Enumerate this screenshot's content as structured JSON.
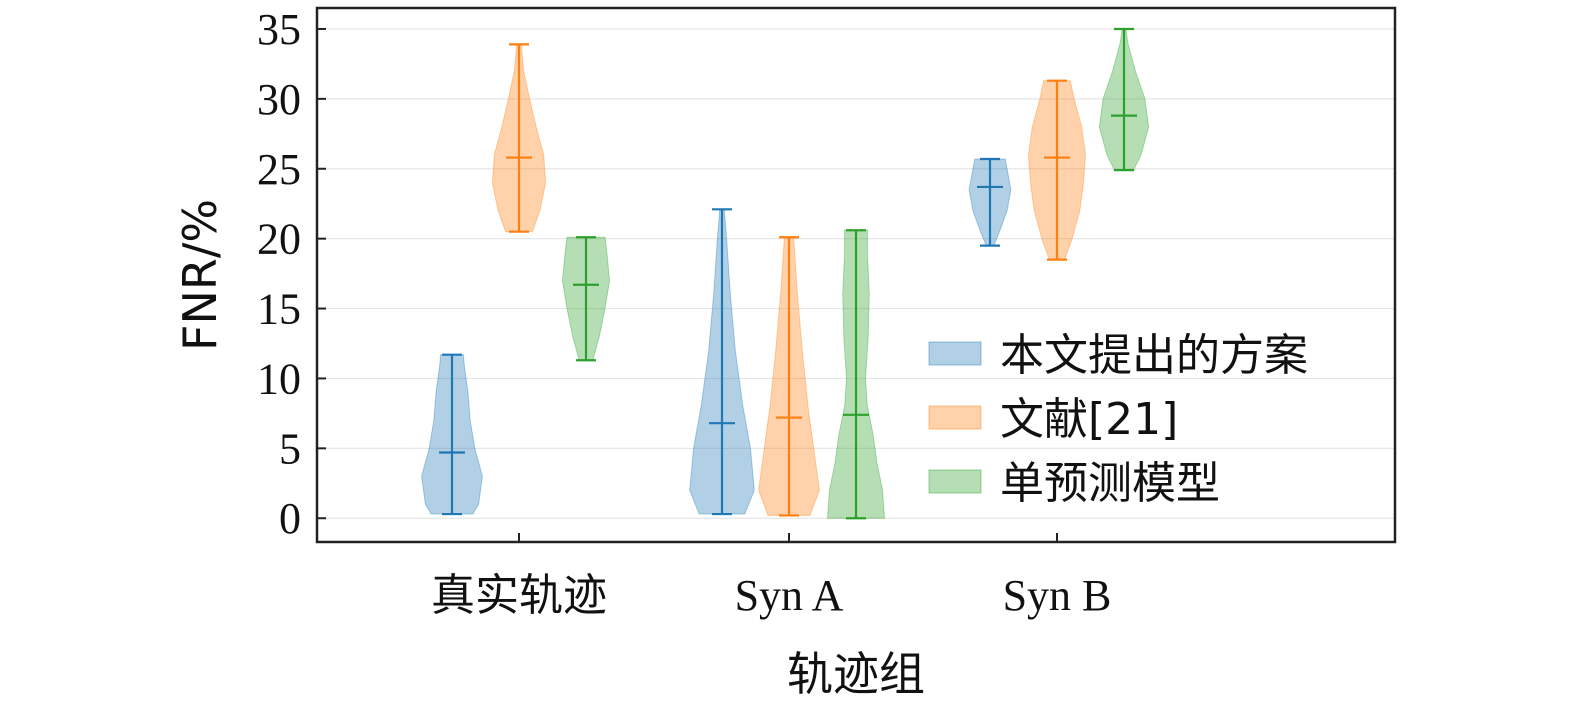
{
  "chart_data": {
    "type": "violin",
    "title": "",
    "xlabel": "轨迹组",
    "ylabel": "FNR/%",
    "ylim": [
      -1.7,
      36.5
    ],
    "yticks": [
      0,
      5,
      10,
      15,
      20,
      25,
      30,
      35
    ],
    "grid": "horizontal, light",
    "legend_position": "right",
    "categories": [
      "真实轨迹",
      "Syn A",
      "Syn B"
    ],
    "series": [
      {
        "name": "本文提出的方案",
        "color": "#1f77b4",
        "groups": [
          {
            "min": 0.3,
            "max": 11.7,
            "median": 4.7,
            "profile": [
              [
                0.3,
                0.55
              ],
              [
                1,
                0.7
              ],
              [
                3,
                0.8
              ],
              [
                5,
                0.6
              ],
              [
                7,
                0.48
              ],
              [
                9,
                0.42
              ],
              [
                11,
                0.32
              ],
              [
                11.7,
                0.3
              ]
            ]
          },
          {
            "min": 0.3,
            "max": 22.1,
            "median": 6.8,
            "profile": [
              [
                0.3,
                0.6
              ],
              [
                2,
                0.85
              ],
              [
                5,
                0.75
              ],
              [
                8,
                0.55
              ],
              [
                12,
                0.35
              ],
              [
                16,
                0.22
              ],
              [
                20,
                0.12
              ],
              [
                22.1,
                0.06
              ]
            ]
          },
          {
            "min": 19.5,
            "max": 25.7,
            "median": 23.7,
            "profile": [
              [
                19.5,
                0.1
              ],
              [
                20.5,
                0.25
              ],
              [
                22,
                0.45
              ],
              [
                23.5,
                0.55
              ],
              [
                25,
                0.45
              ],
              [
                25.7,
                0.4
              ]
            ]
          }
        ]
      },
      {
        "name": "文献[21]",
        "color": "#ff7f0e",
        "groups": [
          {
            "min": 20.5,
            "max": 33.9,
            "median": 25.8,
            "profile": [
              [
                20.5,
                0.35
              ],
              [
                22,
                0.55
              ],
              [
                24,
                0.7
              ],
              [
                26,
                0.65
              ],
              [
                28,
                0.45
              ],
              [
                30,
                0.28
              ],
              [
                32,
                0.12
              ],
              [
                33.9,
                0.06
              ]
            ]
          },
          {
            "min": 0.2,
            "max": 20.1,
            "median": 7.2,
            "profile": [
              [
                0.2,
                0.55
              ],
              [
                2,
                0.8
              ],
              [
                5,
                0.65
              ],
              [
                8,
                0.5
              ],
              [
                12,
                0.35
              ],
              [
                16,
                0.22
              ],
              [
                19,
                0.15
              ],
              [
                20.1,
                0.12
              ]
            ]
          },
          {
            "min": 18.5,
            "max": 31.3,
            "median": 25.8,
            "profile": [
              [
                18.5,
                0.2
              ],
              [
                20,
                0.4
              ],
              [
                22,
                0.6
              ],
              [
                24,
                0.7
              ],
              [
                26,
                0.75
              ],
              [
                28,
                0.65
              ],
              [
                30,
                0.45
              ],
              [
                31.3,
                0.35
              ]
            ]
          }
        ]
      },
      {
        "name": "单预测模型",
        "color": "#2ca02c",
        "groups": [
          {
            "min": 11.3,
            "max": 20.1,
            "median": 16.7,
            "profile": [
              [
                11.3,
                0.18
              ],
              [
                13,
                0.35
              ],
              [
                15,
                0.5
              ],
              [
                17,
                0.62
              ],
              [
                19,
                0.55
              ],
              [
                20.1,
                0.5
              ]
            ]
          },
          {
            "min": 0.0,
            "max": 20.6,
            "median": 7.4,
            "profile": [
              [
                0.0,
                0.75
              ],
              [
                2,
                0.7
              ],
              [
                4,
                0.55
              ],
              [
                6,
                0.45
              ],
              [
                8,
                0.3
              ],
              [
                10,
                0.25
              ],
              [
                13,
                0.32
              ],
              [
                16,
                0.35
              ],
              [
                19,
                0.3
              ],
              [
                20.6,
                0.3
              ]
            ]
          },
          {
            "min": 24.9,
            "max": 35.0,
            "median": 28.8,
            "profile": [
              [
                24.9,
                0.25
              ],
              [
                26,
                0.45
              ],
              [
                28,
                0.65
              ],
              [
                30,
                0.55
              ],
              [
                32,
                0.3
              ],
              [
                34,
                0.1
              ],
              [
                35.0,
                0.05
              ]
            ]
          }
        ]
      }
    ]
  }
}
